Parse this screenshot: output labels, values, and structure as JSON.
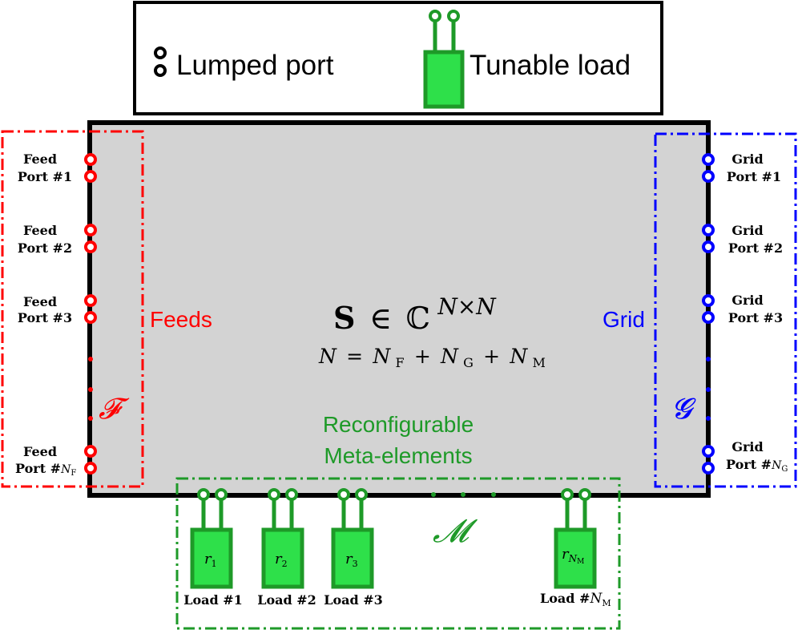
{
  "legend": {
    "lumped_port": "Lumped port",
    "tunable_load": "Tunable load"
  },
  "colors": {
    "feeds": "#ff0000",
    "grid": "#0000ff",
    "meta": "#1e9a28",
    "load_fill": "#2ee04a",
    "network_fill": "#d3d3d3"
  },
  "network": {
    "matrix_symbol": "S",
    "element_of": "∈",
    "complex_field": "ℂ",
    "matrix_dim": "N×N",
    "n_lhs": "N",
    "n_eq": "=",
    "n_f": "N",
    "n_f_sub": "F",
    "plus1": "+",
    "n_g": "N",
    "n_g_sub": "G",
    "plus2": "+",
    "n_m": "N",
    "n_m_sub": "M"
  },
  "groups": {
    "feeds_label": "Feeds",
    "feeds_symbol": "𝓕",
    "grid_label": "Grid",
    "grid_symbol": "𝓖",
    "meta_label_line1": "Reconfigurable",
    "meta_label_line2": "Meta-elements",
    "meta_symbol": "𝓜"
  },
  "feed_ports": [
    {
      "line1": "Feed",
      "line2": "Port #1",
      "sub": ""
    },
    {
      "line1": "Feed",
      "line2": "Port #2",
      "sub": ""
    },
    {
      "line1": "Feed",
      "line2": "Port #3",
      "sub": ""
    },
    {
      "line1": "Feed",
      "line2": "Port #",
      "italic": "N",
      "sub": "F"
    }
  ],
  "grid_ports": [
    {
      "line1": "Grid",
      "line2": "Port #1",
      "sub": ""
    },
    {
      "line1": "Grid",
      "line2": "Port #2",
      "sub": ""
    },
    {
      "line1": "Grid",
      "line2": "Port #3",
      "sub": ""
    },
    {
      "line1": "Grid",
      "line2": "Port #",
      "italic": "N",
      "sub": "G"
    }
  ],
  "loads": [
    {
      "r": "r",
      "r_sub": "1",
      "label": "Load #1",
      "italic": "",
      "label_sub": ""
    },
    {
      "r": "r",
      "r_sub": "2",
      "label": "Load #2",
      "italic": "",
      "label_sub": ""
    },
    {
      "r": "r",
      "r_sub": "3",
      "label": "Load #3",
      "italic": "",
      "label_sub": ""
    },
    {
      "r": "r",
      "r_sub": "N",
      "r_subsub": "M",
      "label": "Load #",
      "italic": "N",
      "label_sub": "M"
    }
  ]
}
